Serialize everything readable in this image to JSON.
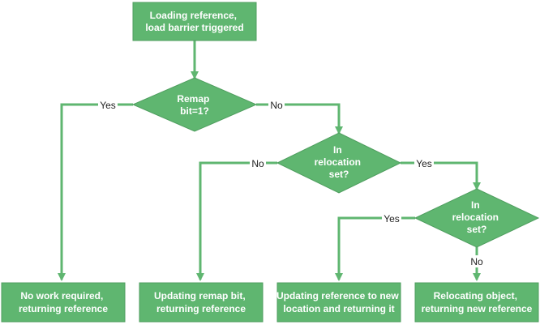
{
  "colors": {
    "node_fill": "#5fb670",
    "node_stroke": "#4f9e5f",
    "edge": "#5fb670",
    "text": "#ffffff",
    "label_text": "#222222"
  },
  "nodes": {
    "start": [
      "Loading reference,",
      "load barrier triggered"
    ],
    "remap_decision": [
      "Remap",
      "bit=1?"
    ],
    "relocation_decision_1": [
      "In",
      "relocation",
      "set?"
    ],
    "relocation_decision_2": [
      "In",
      "relocation",
      "set?"
    ],
    "no_work": [
      "No work required,",
      "returning reference"
    ],
    "update_remap": [
      "Updating remap bit,",
      "returning reference"
    ],
    "update_reference": [
      "Updating reference to new",
      "location and returning it"
    ],
    "relocate_object": [
      "Relocating object,",
      "returning new reference"
    ]
  },
  "edge_labels": {
    "remap_yes": "Yes",
    "remap_no": "No",
    "reloc1_no": "No",
    "reloc1_yes": "Yes",
    "reloc2_yes": "Yes",
    "reloc2_no": "No"
  }
}
